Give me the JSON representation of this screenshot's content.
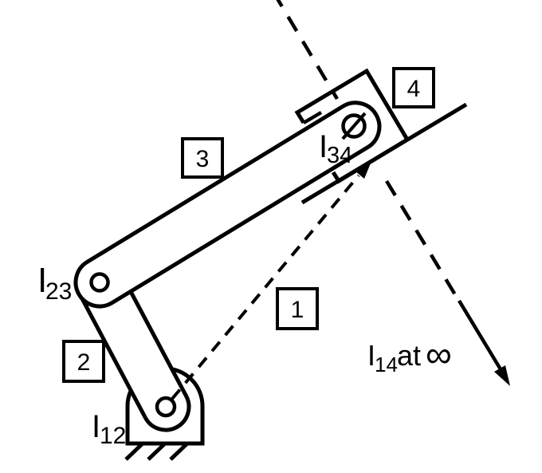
{
  "diagram": {
    "title": "instant-centers-of-inverted-slider-crank",
    "colors": {
      "ink": "#000000",
      "background": "#ffffff"
    },
    "instant_centers": {
      "i23": {
        "base": "I",
        "sub": "23"
      },
      "i34": {
        "base": "I",
        "sub": "34"
      },
      "i12": {
        "base": "I",
        "sub": "12"
      },
      "i14": {
        "base": "I",
        "sub": "14",
        "at_word": "at",
        "infinity": "∞"
      }
    },
    "link_labels": {
      "link1": "1",
      "link2": "2",
      "link3": "3",
      "link4": "4"
    }
  }
}
